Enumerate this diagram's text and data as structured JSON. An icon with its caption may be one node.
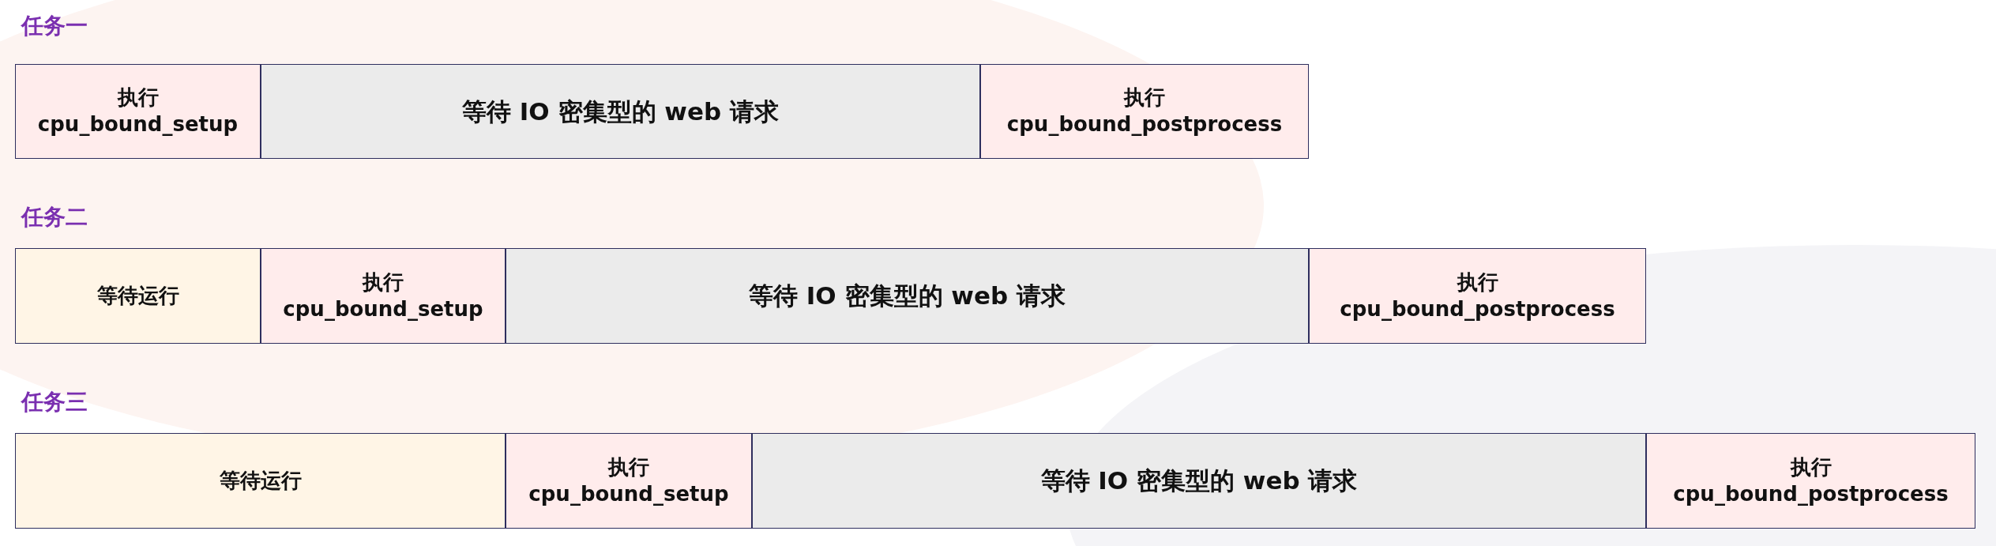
{
  "diagram": {
    "nodes": [
      {
        "text": [
          "执行",
          "cpu_bound_setup"
        ]
      },
      {
        "text": [
          "等待 IO 密集型的 web 请求"
        ]
      },
      {
        "text": [
          "执行",
          "cpu_bound_postprocess"
        ]
      },
      {
        "text": [
          "等待运行"
        ]
      },
      {
        "text": [
          "执行",
          "cpu_bound_setup"
        ]
      },
      {
        "text": [
          "等待 IO 密集型的 web 请求"
        ]
      },
      {
        "text": [
          "执行",
          "cpu_bound_postprocess"
        ]
      },
      {
        "text": [
          "等待运行"
        ]
      },
      {
        "text": [
          "执行",
          "cpu_bound_setup"
        ]
      },
      {
        "text": [
          "等待 IO 密集型的 web 请求"
        ]
      },
      {
        "text": [
          "执行",
          "cpu_bound_postprocess"
        ]
      }
    ],
    "edges": [],
    "labels": [
      "任务一",
      "任务二",
      "任务三"
    ]
  }
}
